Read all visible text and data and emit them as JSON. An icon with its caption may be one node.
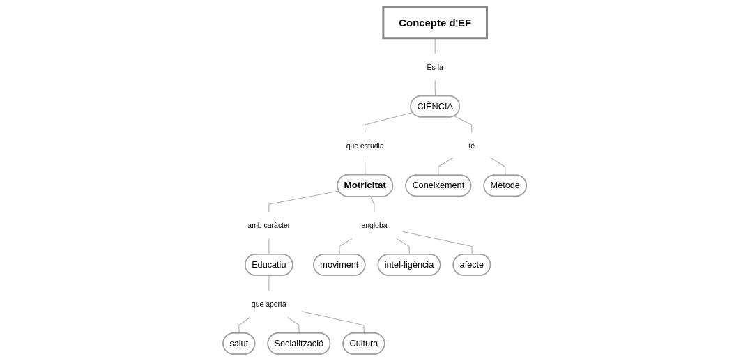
{
  "diagram": {
    "nodes": [
      {
        "text": [
          "Concepte d'EF"
        ]
      },
      {
        "text": [
          "És la"
        ]
      },
      {
        "text": [
          "CIÈNCIA"
        ]
      },
      {
        "text": [
          "que estudia"
        ]
      },
      {
        "text": [
          "té"
        ]
      },
      {
        "text": [
          "Motricitat"
        ]
      },
      {
        "text": [
          "Coneixement"
        ]
      },
      {
        "text": [
          "Mètode"
        ]
      },
      {
        "text": [
          "amb caràcter"
        ]
      },
      {
        "text": [
          "engloba"
        ]
      },
      {
        "text": [
          "Educatiu"
        ]
      },
      {
        "text": [
          "moviment"
        ]
      },
      {
        "text": [
          "intel·ligència"
        ]
      },
      {
        "text": [
          "afecte"
        ]
      },
      {
        "text": [
          "que aporta"
        ]
      },
      {
        "text": [
          "salut"
        ]
      },
      {
        "text": [
          "Socialització"
        ]
      },
      {
        "text": [
          "Cultura"
        ]
      }
    ],
    "edges": [
      {
        "from": 0,
        "to": 1,
        "arrow": "none"
      },
      {
        "from": 1,
        "to": 2,
        "arrow": "none"
      },
      {
        "from": 2,
        "to": 3,
        "arrow": "none"
      },
      {
        "from": 3,
        "to": 5,
        "arrow": "none"
      },
      {
        "from": 2,
        "to": 4,
        "arrow": "none"
      },
      {
        "from": 4,
        "to": 6,
        "arrow": "none"
      },
      {
        "from": 4,
        "to": 7,
        "arrow": "none"
      },
      {
        "from": 5,
        "to": 8,
        "arrow": "none"
      },
      {
        "from": 8,
        "to": 10,
        "arrow": "none"
      },
      {
        "from": 5,
        "to": 9,
        "arrow": "none"
      },
      {
        "from": 9,
        "to": 11,
        "arrow": "none"
      },
      {
        "from": 9,
        "to": 12,
        "arrow": "none"
      },
      {
        "from": 9,
        "to": 13,
        "arrow": "none"
      },
      {
        "from": 10,
        "to": 14,
        "arrow": "none"
      },
      {
        "from": 14,
        "to": 15,
        "arrow": "none"
      },
      {
        "from": 14,
        "to": 16,
        "arrow": "none"
      },
      {
        "from": 14,
        "to": 17,
        "arrow": "none"
      }
    ]
  }
}
